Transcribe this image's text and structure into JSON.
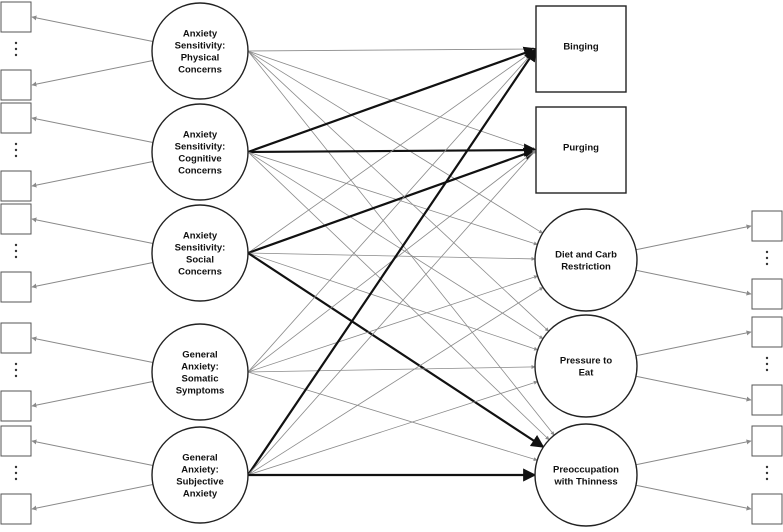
{
  "predictors": [
    {
      "id": "as_phys",
      "lines": [
        "Anxiety",
        "Sensitivity:",
        "Physical",
        "Concerns"
      ]
    },
    {
      "id": "as_cog",
      "lines": [
        "Anxiety",
        "Sensitivity:",
        "Cognitive",
        "Concerns"
      ]
    },
    {
      "id": "as_soc",
      "lines": [
        "Anxiety",
        "Sensitivity:",
        "Social",
        "Concerns"
      ]
    },
    {
      "id": "ga_som",
      "lines": [
        "General",
        "Anxiety:",
        "Somatic",
        "Symptoms"
      ]
    },
    {
      "id": "ga_subj",
      "lines": [
        "General",
        "Anxiety:",
        "Subjective",
        "Anxiety"
      ]
    }
  ],
  "outcomes": [
    {
      "id": "binging",
      "shape": "rect",
      "lines": [
        "Binging"
      ]
    },
    {
      "id": "purging",
      "shape": "rect",
      "lines": [
        "Purging"
      ]
    },
    {
      "id": "diet",
      "shape": "circle",
      "lines": [
        "Diet and Carb",
        "Restriction"
      ]
    },
    {
      "id": "pressure",
      "shape": "circle",
      "lines": [
        "Pressure to",
        "Eat"
      ]
    },
    {
      "id": "preocc",
      "shape": "circle",
      "lines": [
        "Preoccupation",
        "with Thinness"
      ]
    }
  ],
  "paths": [
    {
      "from": "as_phys",
      "to": "binging",
      "strong": false
    },
    {
      "from": "as_phys",
      "to": "purging",
      "strong": false
    },
    {
      "from": "as_phys",
      "to": "diet",
      "strong": false
    },
    {
      "from": "as_phys",
      "to": "pressure",
      "strong": false
    },
    {
      "from": "as_phys",
      "to": "preocc",
      "strong": false
    },
    {
      "from": "as_cog",
      "to": "binging",
      "strong": true
    },
    {
      "from": "as_cog",
      "to": "purging",
      "strong": true
    },
    {
      "from": "as_cog",
      "to": "diet",
      "strong": false
    },
    {
      "from": "as_cog",
      "to": "pressure",
      "strong": false
    },
    {
      "from": "as_cog",
      "to": "preocc",
      "strong": false
    },
    {
      "from": "as_soc",
      "to": "binging",
      "strong": false
    },
    {
      "from": "as_soc",
      "to": "purging",
      "strong": true
    },
    {
      "from": "as_soc",
      "to": "diet",
      "strong": false
    },
    {
      "from": "as_soc",
      "to": "pressure",
      "strong": false
    },
    {
      "from": "as_soc",
      "to": "preocc",
      "strong": true
    },
    {
      "from": "ga_som",
      "to": "binging",
      "strong": false
    },
    {
      "from": "ga_som",
      "to": "purging",
      "strong": false
    },
    {
      "from": "ga_som",
      "to": "diet",
      "strong": false
    },
    {
      "from": "ga_som",
      "to": "pressure",
      "strong": false
    },
    {
      "from": "ga_som",
      "to": "preocc",
      "strong": false
    },
    {
      "from": "ga_subj",
      "to": "binging",
      "strong": true
    },
    {
      "from": "ga_subj",
      "to": "purging",
      "strong": false
    },
    {
      "from": "ga_subj",
      "to": "diet",
      "strong": false
    },
    {
      "from": "ga_subj",
      "to": "pressure",
      "strong": false
    },
    {
      "from": "ga_subj",
      "to": "preocc",
      "strong": true
    }
  ],
  "indicator_groups": [
    {
      "side": "left",
      "of": "as_phys"
    },
    {
      "side": "left",
      "of": "as_cog"
    },
    {
      "side": "left",
      "of": "as_soc"
    },
    {
      "side": "left",
      "of": "ga_som"
    },
    {
      "side": "left",
      "of": "ga_subj"
    },
    {
      "side": "right",
      "of": "diet"
    },
    {
      "side": "right",
      "of": "pressure"
    },
    {
      "side": "right",
      "of": "preocc"
    }
  ],
  "colors": {
    "strong_path": "#111111",
    "weak_path": "#8a8a8a",
    "indicator_arrow": "#8a8a8a",
    "outline": "#222222"
  }
}
